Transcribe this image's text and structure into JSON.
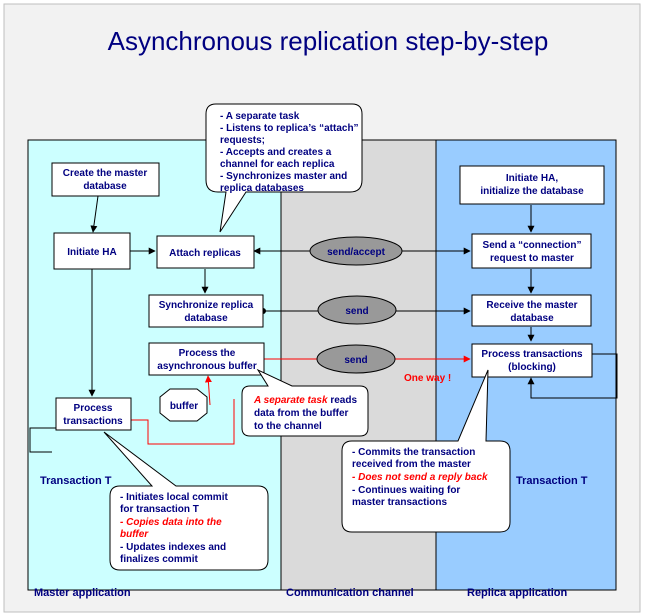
{
  "title": "Asynchronous replication step-by-step",
  "colors": {
    "slide_bg": "#f2f2f2",
    "master_bg": "#ccffff",
    "channel_bg": "#dadada",
    "replica_bg": "#99ccff",
    "oval_fill": "#999999",
    "accent_red": "#ff0000",
    "text_blue": "#000080"
  },
  "zones": {
    "master_label": "Master application",
    "channel_label": "Communication channel",
    "replica_label": "Replica application",
    "master_tx": "Transaction T",
    "replica_tx": "Transaction T"
  },
  "master_boxes": {
    "create_line1": "Create the master",
    "create_line2": "database",
    "initiate": "Initiate HA",
    "attach": "Attach replicas",
    "sync_line1": "Synchronize replica",
    "sync_line2": "database",
    "process_buf_line1": "Process the",
    "process_buf_line2": "asynchronous buffer",
    "process_tx_line1": "Process",
    "process_tx_line2": "transactions",
    "buffer": "buffer"
  },
  "replica_boxes": {
    "init_line1": "Initiate HA,",
    "init_line2": "initialize the database",
    "conn_line1": "Send a “connection”",
    "conn_line2": "request to master",
    "recv_line1": "Receive the master",
    "recv_line2": "database",
    "proc_line1": "Process transactions",
    "proc_line2": "(blocking)"
  },
  "channel": {
    "send_accept": "send/accept",
    "send1": "send",
    "send2": "send",
    "one_way": "One way !"
  },
  "callouts": {
    "attach_task": {
      "l1": "-  A separate task",
      "l2": "-  Listens to  replica’s “attach”",
      "l3": "    requests;",
      "l4": "-  Accepts and creates a",
      "l5": "   channel for each replica",
      "l6": "-  Synchronizes master and",
      "l7": "   replica databases"
    },
    "buffer_task": {
      "l1a": "A separate task",
      "l1b": " reads",
      "l2": "data  from the buffer",
      "l3": "to the channel"
    },
    "commit": {
      "l1": "-  Initiates local commit",
      "l2": "   for transaction T",
      "l3": "-  Copies data into the",
      "l4": "   buffer",
      "l5": "-  Updates indexes and",
      "l6": "   finalizes commit"
    },
    "replica_commit": {
      "l1": "-  Commits the transaction",
      "l2": "   received from the master",
      "l3": "-  Does not send a reply back",
      "l4": "-  Continues waiting for",
      "l5": "   master transactions"
    }
  }
}
